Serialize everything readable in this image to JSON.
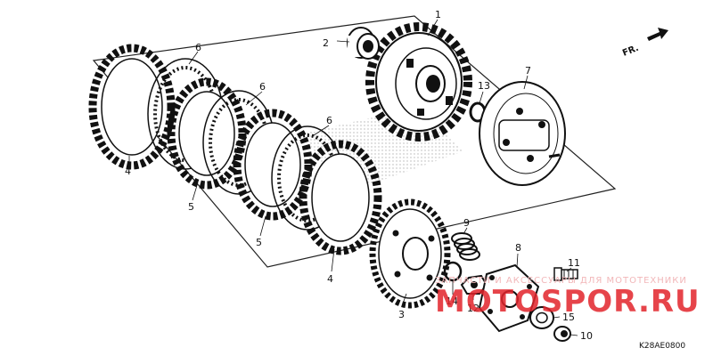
{
  "diagram": {
    "code": "K28AE0800",
    "direction_label": "FR.",
    "callouts": [
      "1",
      "2",
      "3",
      "4",
      "4",
      "5",
      "5",
      "6",
      "6",
      "6",
      "7",
      "8",
      "9",
      "10",
      "11",
      "12",
      "13",
      "14",
      "15"
    ]
  },
  "watermark": {
    "subtitle": "ЗАПЧАСТИ И АКСЕССУАРЫ ДЛЯ МОТОТЕХНИКИ",
    "brand": "MOTOSPOR.RU",
    "colors": {
      "primary": "#e2242b",
      "faded": "#f2b7b9"
    }
  }
}
